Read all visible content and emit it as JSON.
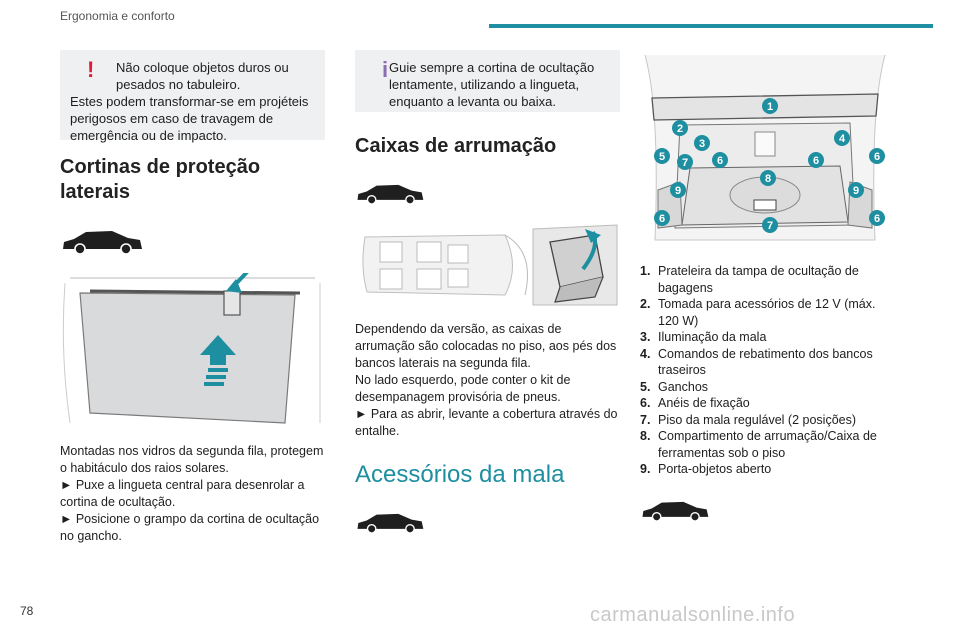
{
  "header": {
    "title": "Ergonomia e conforto"
  },
  "colors": {
    "accent": "#1e8fa0",
    "warning": "#e21b3c",
    "info": "#8c6db1",
    "note_bg": "#eef0f1"
  },
  "col1": {
    "warning": {
      "icon": "warning-exclamation-icon",
      "mark": "!",
      "line1": "Não coloque objetos duros ou pesados no tabuleiro.",
      "line2": "Estes podem transformar-se em projéteis perigosos em caso de travagem de emergência ou de impacto."
    },
    "section_title": "Cortinas de proteção laterais",
    "text1": "Montadas nos vidros da segunda fila, protegem o habitáculo dos raios solares.",
    "text2": "► Puxe a lingueta central para desenrolar a cortina de ocultação.",
    "text3": "► Posicione o grampo da cortina de ocultação no gancho."
  },
  "col2": {
    "info": {
      "icon": "info-icon",
      "mark": "i",
      "line1": "Guie sempre a cortina de ocultação lentamente, utilizando a lingueta, enquanto a levanta ou baixa."
    },
    "section_title": "Caixas de arrumação",
    "text1": "Dependendo da versão, as caixas de arrumação são colocadas no piso, aos pés dos bancos laterais na segunda fila.",
    "text2": "No lado esquerdo, pode conter o kit de desempanagem provisória de pneus.",
    "text3": "► Para as abrir, levante a cobertura através do entalhe.",
    "section2_title": "Acessórios da mala"
  },
  "col3": {
    "callouts": [
      "1",
      "2",
      "3",
      "4",
      "5",
      "6",
      "7",
      "8",
      "9"
    ],
    "legend": [
      {
        "num": "1.",
        "text": "Prateleira da tampa de ocultação de bagagens"
      },
      {
        "num": "2.",
        "text": "Tomada para acessórios de 12 V (máx. 120 W)"
      },
      {
        "num": "3.",
        "text": "Iluminação da mala"
      },
      {
        "num": "4.",
        "text": "Comandos de rebatimento dos bancos traseiros"
      },
      {
        "num": "5.",
        "text": "Ganchos"
      },
      {
        "num": "6.",
        "text": "Anéis de fixação"
      },
      {
        "num": "7.",
        "text": "Piso da mala regulável (2 posições)"
      },
      {
        "num": "8.",
        "text": "Compartimento de arrumação/Caixa de ferramentas sob o piso"
      },
      {
        "num": "9.",
        "text": "Porta-objetos aberto"
      }
    ]
  },
  "footer": {
    "page_number": "78",
    "watermark": "carmanualsonline.info"
  }
}
